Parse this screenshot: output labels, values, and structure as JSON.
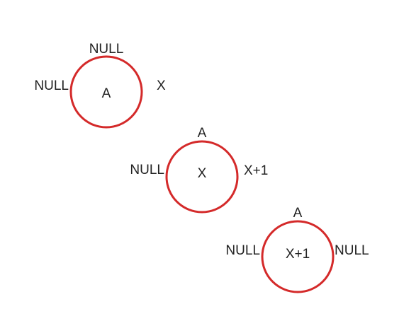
{
  "diagram": {
    "stroke_color": "#d42a2a",
    "text_color": "#222222",
    "nodes": [
      {
        "label": "A",
        "top": "NULL",
        "left": "NULL",
        "right": "X"
      },
      {
        "label": "X",
        "top": "A",
        "left": "NULL",
        "right": "X+1"
      },
      {
        "label": "X+1",
        "top": "A",
        "left": "NULL",
        "right": "NULL"
      }
    ]
  }
}
